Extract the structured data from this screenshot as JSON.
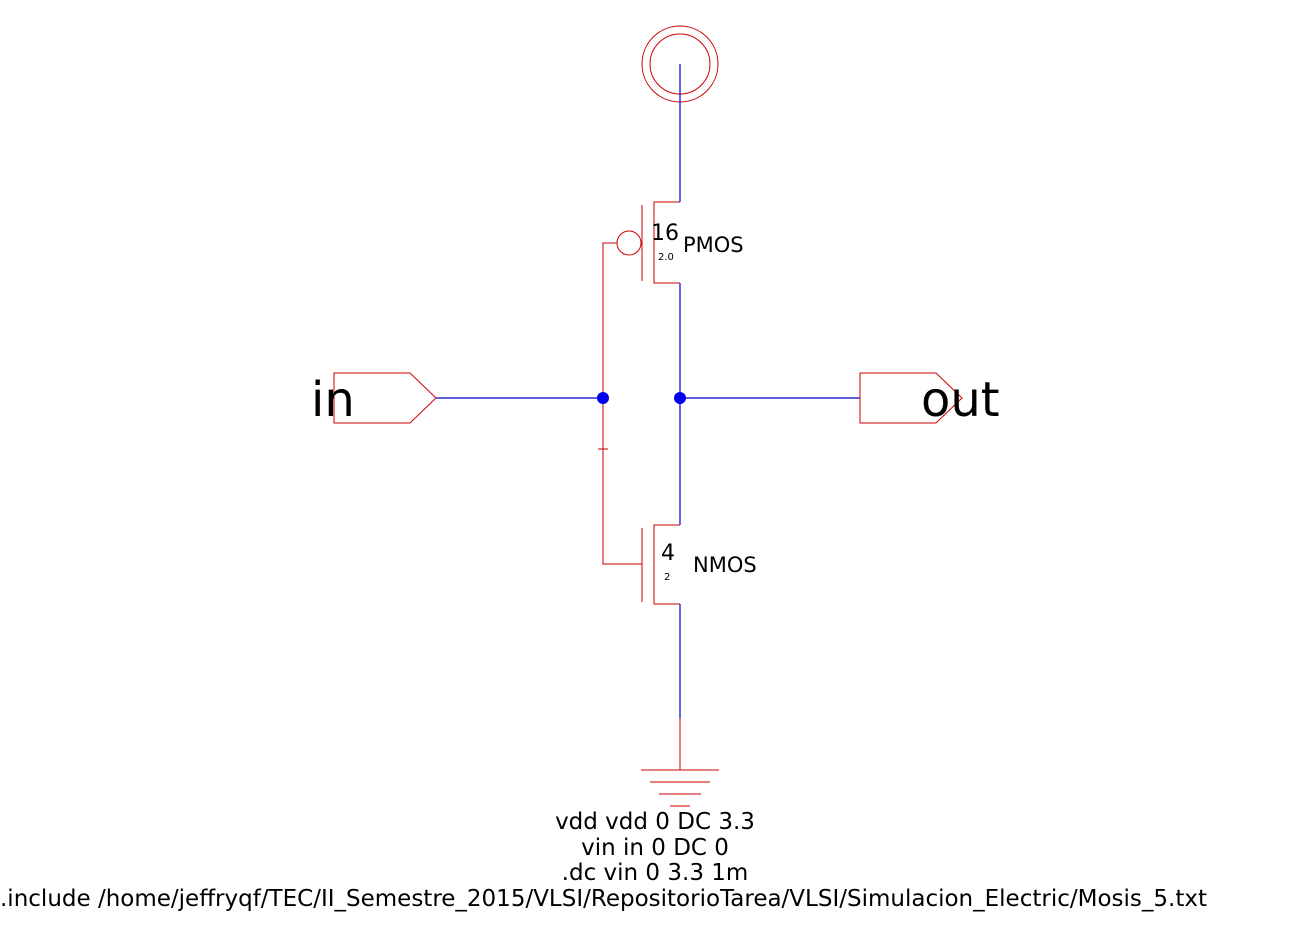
{
  "pmos": {
    "width": "16",
    "length": "2.0",
    "name": "PMOS"
  },
  "nmos": {
    "width": "4",
    "length": "2",
    "name": "NMOS"
  },
  "ports": {
    "input": "in",
    "output": "out"
  },
  "spice_lines": [
    "vdd vdd 0 DC 3.3",
    "vin in 0 DC 0",
    ".dc vin 0 3.3 1m",
    ".include /home/jeffryqf/TEC/II_Semestre_2015/VLSI/RepositorioTarea/VLSI/Simulacion_Electric/Mosis_5.txt"
  ],
  "colors": {
    "component": "#cc0000",
    "wire": "#0000cc",
    "text": "#000000",
    "background": "#ffffff"
  }
}
